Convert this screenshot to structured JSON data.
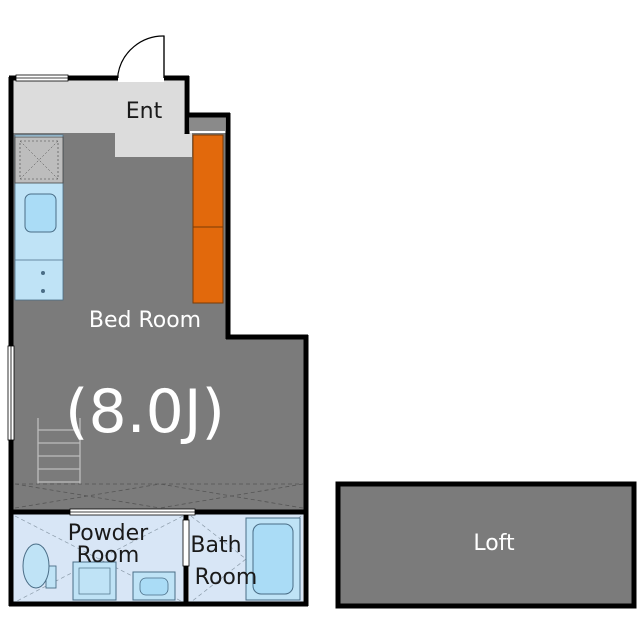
{
  "labels": {
    "entrance": "Ent",
    "bedroom": "Bed Room",
    "bedroom_size": "(8.0J)",
    "powder_line1": "Powder",
    "powder_line2": "Room",
    "bath_line1": "Bath",
    "bath_line2": "Room",
    "loft": "Loft"
  },
  "colors": {
    "floor_dark": "#7b7b7b",
    "floor_light": "#dcdcdc",
    "wall": "#000000",
    "wet_area": "#d8e6f6",
    "fixture": "#bfe3f6",
    "fixture_outline": "#4a6d86",
    "closet": "#e2690c",
    "closet_outline": "#7a3b06",
    "text_dark": "#1a1a1a",
    "text_light": "#ffffff"
  }
}
